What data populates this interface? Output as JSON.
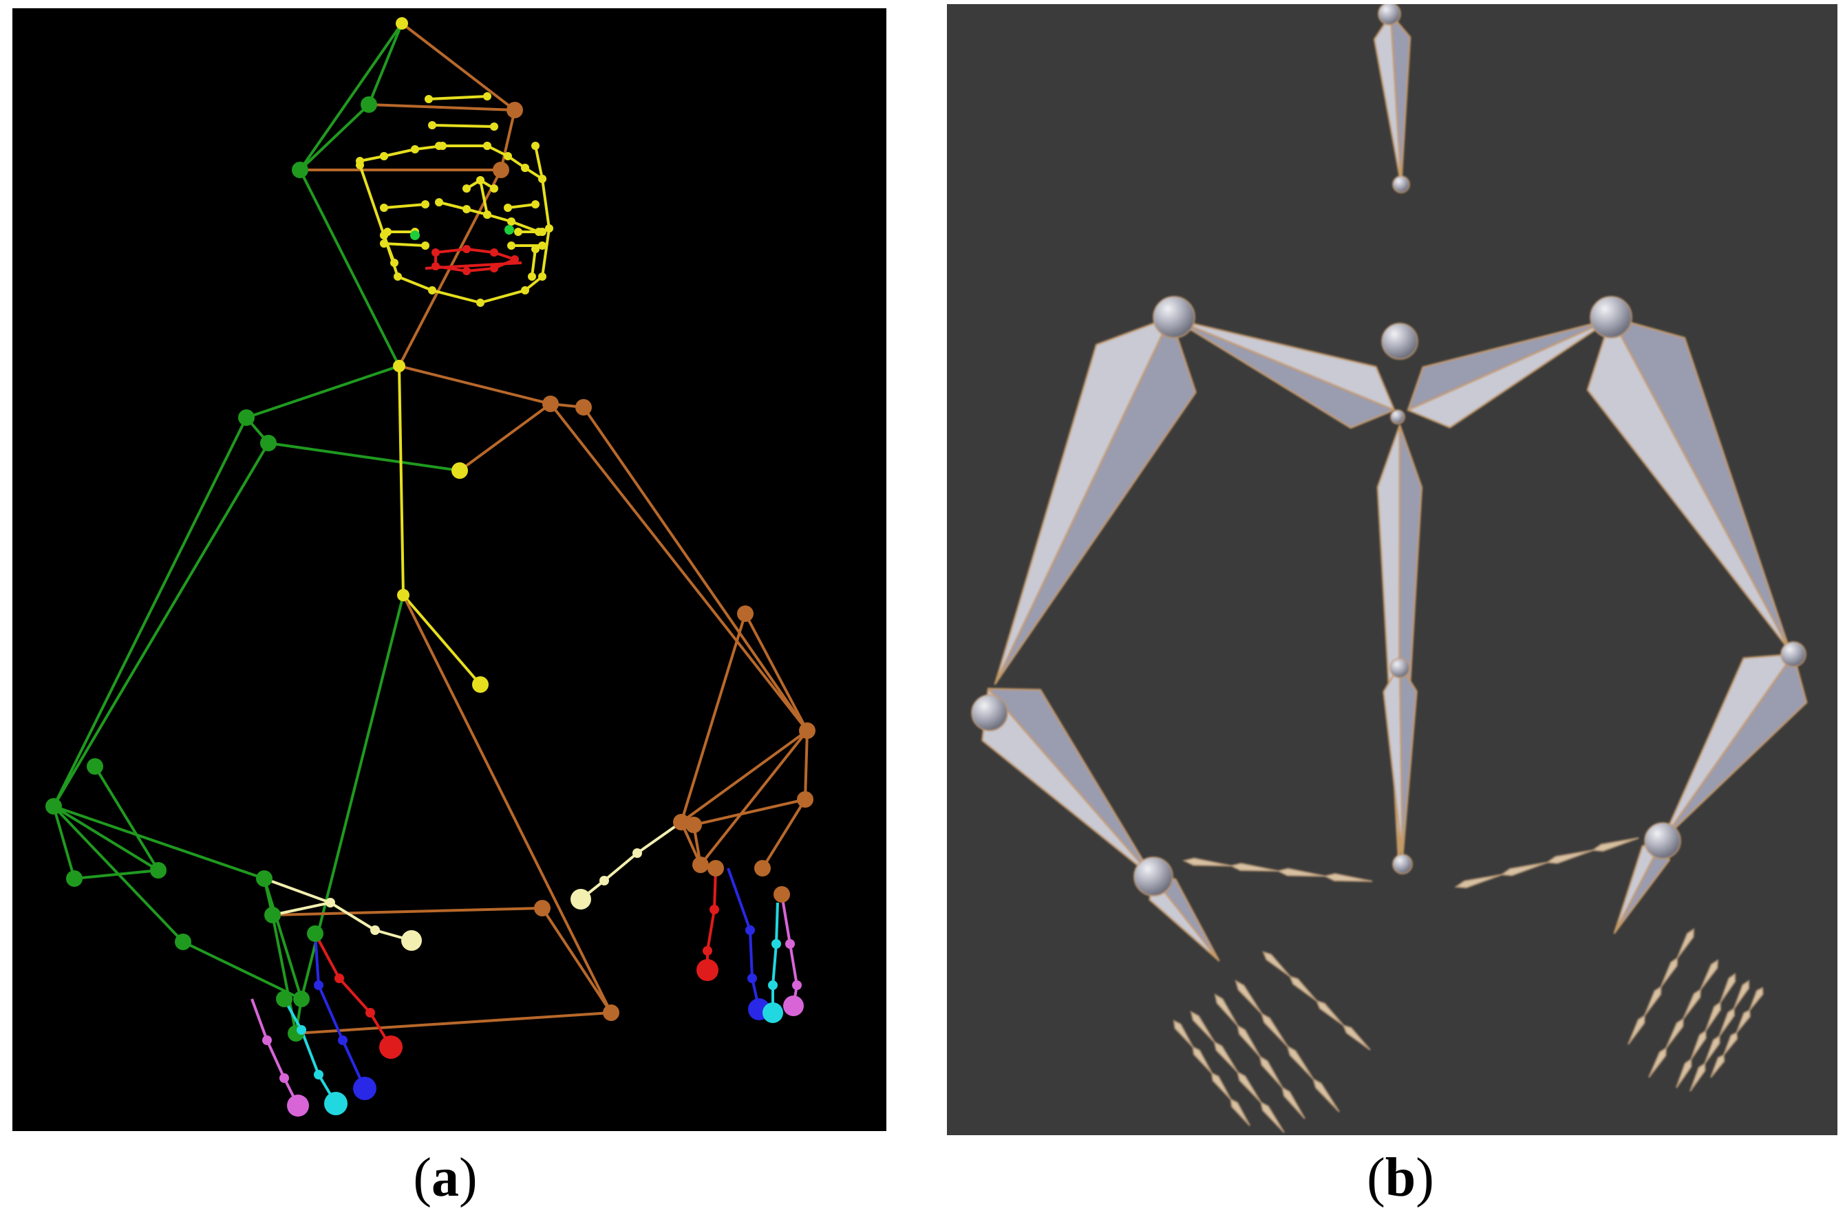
{
  "panels": [
    {
      "id": "a",
      "caption_label": "a",
      "background": "#000000"
    },
    {
      "id": "b",
      "caption_label": "b",
      "background": "#3b3b3b"
    }
  ],
  "colors": {
    "left_side": "#1f9a1f",
    "right_side": "#b8682a",
    "spine_face": "#e6df1e",
    "mouth": "#e01b1b",
    "eyes": "#1fcf3a",
    "finger_red": "#e01b1b",
    "finger_blue": "#2828e6",
    "finger_cyan": "#22d8e0",
    "finger_pink": "#d865d8",
    "thumb": "#f2efb0",
    "bone_fill": "#9a9cb0",
    "bone_light": "#c9cad4",
    "bone_outline": "#c49a66",
    "finger_bone": "#b89a78"
  },
  "icons": {
    "joint": "sphere-joint-icon",
    "bone": "octahedral-bone-icon"
  }
}
